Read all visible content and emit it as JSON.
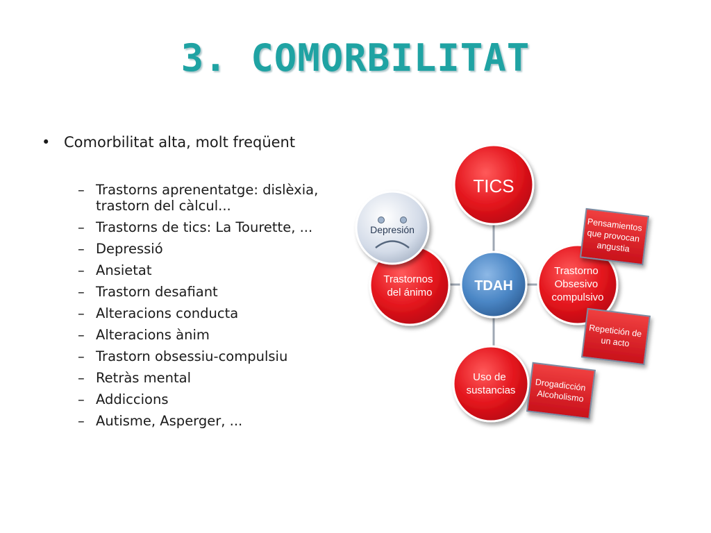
{
  "title": "3. COMORBILITAT",
  "bullet": "Comorbilitat alta, molt freqüent",
  "bullet_symbol": "•",
  "dash_symbol": "–",
  "sub_items": [
    "Trastorns aprenentatge: dislèxia, trastorn del càlcul...",
    "Trastorns de tics: La Tourette, ...",
    "Depressió",
    "Ansietat",
    "Trastorn desafiant",
    "Alteracions conducta",
    "Alteracions ànim",
    "Trastorn obsessiu-compulsiu",
    "Retràs mental",
    "Addiccions",
    "Autisme, Asperger, ..."
  ],
  "diagram": {
    "center": "TDAH",
    "tics": "TICS",
    "animo": [
      "Trastornos",
      "del ánimo"
    ],
    "depresion": "Depresión",
    "toc": [
      "Trastorno",
      "Obsesivo",
      "compulsivo"
    ],
    "sustancias": [
      "Uso de",
      "sustancias"
    ],
    "note_pensamientos": [
      "Pensamientos",
      "que provocan",
      "angustia"
    ],
    "note_repeticion": [
      "Repetición de",
      "un acto"
    ],
    "note_droga": [
      "Drogadicción",
      "Alcoholismo"
    ],
    "colors": {
      "red": "#e3141c",
      "blue": "#4a86c5",
      "title": "#1fa3a3"
    }
  }
}
